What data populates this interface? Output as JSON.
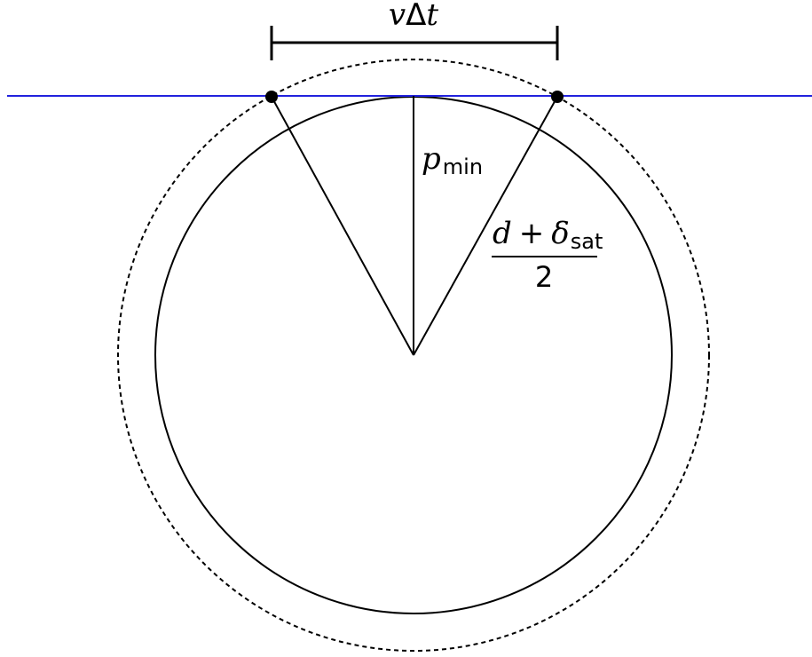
{
  "diagram": {
    "colors": {
      "line": "#000000",
      "tangent_line": "#2222dd",
      "point": "#000000",
      "background": "#ffffff"
    },
    "labels": {
      "top_dimension": {
        "var": "v",
        "delta": "Δ",
        "var2": "t"
      },
      "vertical_segment": {
        "main": "p",
        "subscript": "min"
      },
      "radius_fraction": {
        "numerator_var": "d",
        "plus": "+",
        "delta_var": "δ",
        "delta_subscript": "sat",
        "denominator": "2"
      }
    }
  }
}
